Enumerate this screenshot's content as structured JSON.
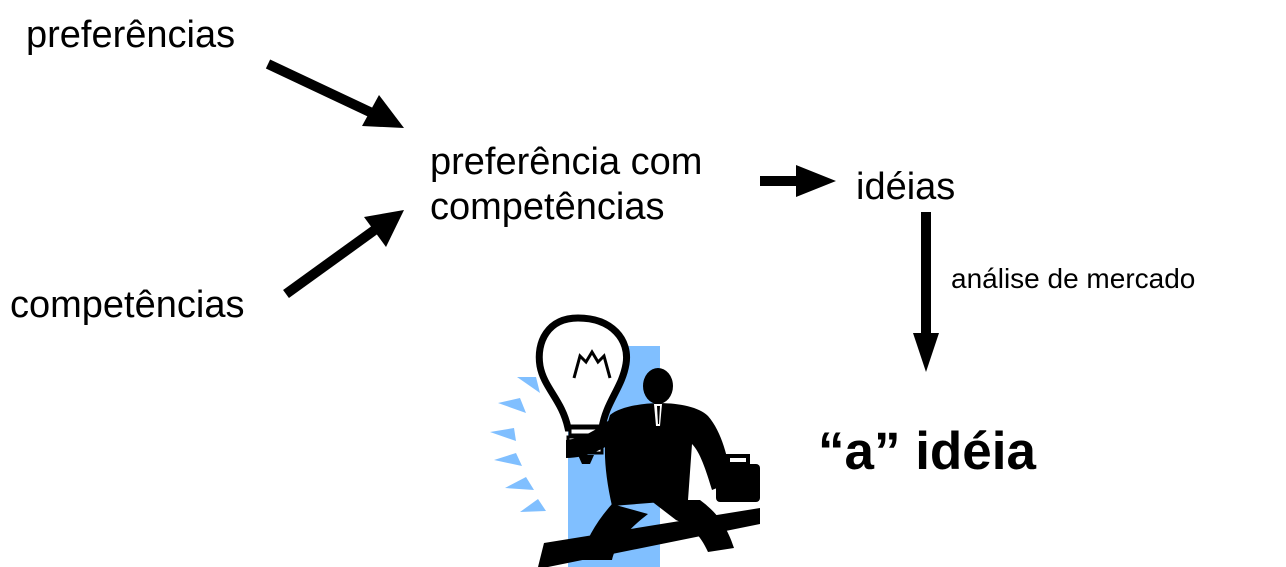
{
  "nodes": {
    "preferencias": "preferências",
    "competencias": "competências",
    "combined": {
      "line1": "preferência com",
      "line2": "competências"
    },
    "ideias": "idéias",
    "final": "“a” idéia"
  },
  "edges": {
    "analise_label": "análise de mercado"
  },
  "colors": {
    "ink": "#000000",
    "accent": "#80bfff",
    "background": "#ffffff"
  },
  "illustration": {
    "icon": "businessman-with-lightbulb-icon"
  }
}
